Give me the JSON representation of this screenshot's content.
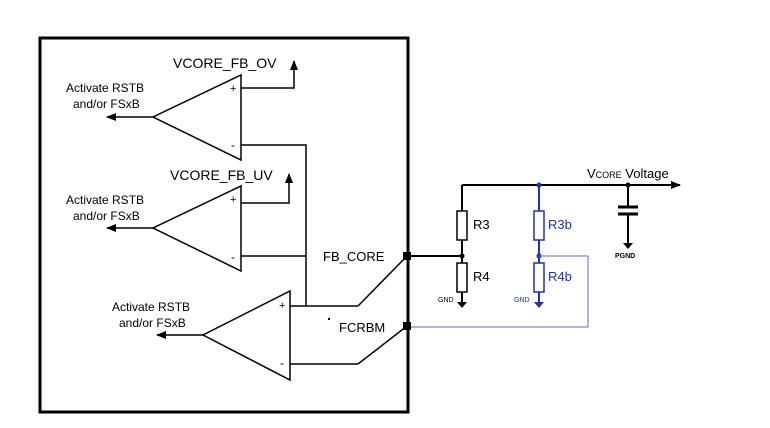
{
  "comparators": {
    "ov": {
      "signal": "VCORE_FB_OV",
      "action_line1": "Activate RSTB",
      "action_line2": "and/or FSxB"
    },
    "uv": {
      "signal": "VCORE_FB_UV",
      "action_line1": "Activate RSTB",
      "action_line2": "and/or FSxB"
    },
    "fb": {
      "action_line1": "Activate RSTB",
      "action_line2": "and/or FSxB"
    },
    "plus": "+",
    "minus": "-"
  },
  "pins": {
    "fb_core": "FB_CORE",
    "fcrbm": "FCRBM"
  },
  "resistors": {
    "r3": "R3",
    "r4": "R4",
    "r3b": "R3b",
    "r4b": "R4b"
  },
  "grounds": {
    "gnd": "GND",
    "gnd_b": "GND",
    "pgnd": "PGND"
  },
  "output": {
    "prefix": "V",
    "subscript": "CORE",
    "suffix": " Voltage"
  },
  "colors": {
    "wire": "#000000",
    "alt_path": "#1f2fb8",
    "alt_wire": "#5a68d8"
  }
}
